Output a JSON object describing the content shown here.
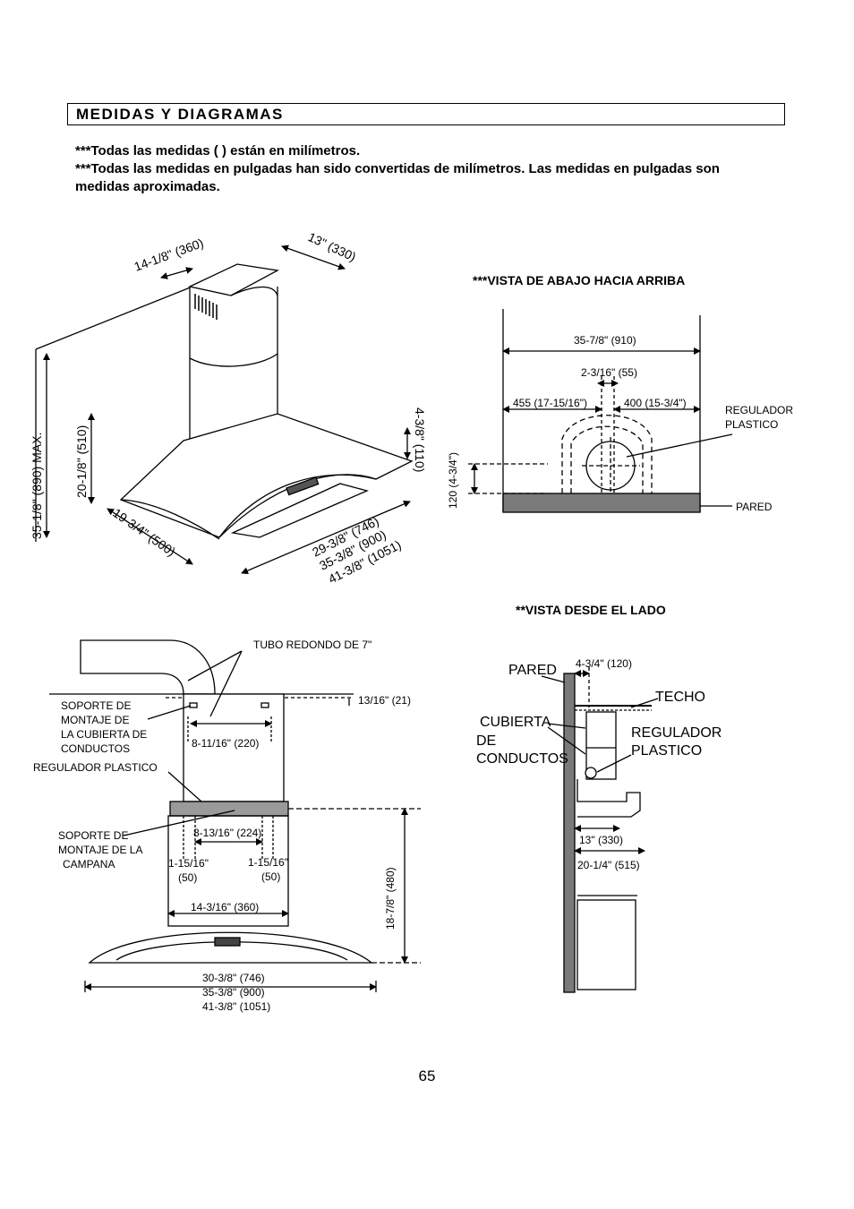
{
  "header": {
    "title": "MEDIDAS Y DIAGRAMAS"
  },
  "notes": [
    "***Todas las medidas ( ) están en milímetros.",
    "***Todas las medidas en pulgadas han sido convertidas de milímetros. Las medidas en pulgadas son medidas aproximadas."
  ],
  "iso": {
    "d_top_w": "14-1/8\" (360)",
    "d_top_d": "13\" (330)",
    "d_max": "35-1/8\" (890) MAX.",
    "d_510": "20-1/8\" (510)",
    "d_110": "4-3/8\" (110)",
    "d_500": "19-3/4\" (500)",
    "d_746": "29-3/8\" (746)",
    "d_900": "35-3/8\" (900)",
    "d_1051": "41-3/8\" (1051)"
  },
  "bottom_view": {
    "title": "***VISTA DE ABAJO HACIA ARRIBA",
    "d_910": "35-7/8\" (910)",
    "d_55": "2-3/16\" (55)",
    "d_455": "455 (17-15/16\")",
    "d_400": "400 (15-3/4\")",
    "d_120": "120 (4-3/4\")",
    "reg1": "REGULADOR",
    "reg2": "PLASTICO",
    "wall": "PARED"
  },
  "side_view": {
    "title": "**VISTA DESDE EL LADO",
    "wall": "PARED",
    "d_120": "4-3/4\" (120)",
    "ceiling": "TECHO",
    "cover1": "CUBIERTA",
    "cover2": "DE",
    "cover3": "CONDUCTOS",
    "reg1": "REGULADOR",
    "reg2": "PLASTICO",
    "d_330": "13\" (330)",
    "d_515": "20-1/4\" (515)"
  },
  "front_view": {
    "tube": "TUBO REDONDO DE 7\"",
    "d_21": "13/16\" (21)",
    "sup1_1": "SOPORTE DE",
    "sup1_2": "MONTAJE DE",
    "sup1_3": "LA CUBIERTA DE",
    "sup1_4": "CONDUCTOS",
    "d_220": "8-11/16\" (220)",
    "reg": "REGULADOR PLASTICO",
    "sup2_1": "SOPORTE DE",
    "sup2_2": "MONTAJE DE LA",
    "sup2_3": "CAMPANA",
    "d_224": "8-13/16\" (224)",
    "d_50a_1": "1-15/16\"",
    "d_50a_2": "(50)",
    "d_50b_1": "1-15/16\"",
    "d_50b_2": "(50)",
    "d_360": "14-3/16\" (360)",
    "d_480": "18-7/8\" (480)",
    "w1": "30-3/8\" (746)",
    "w2": "35-3/8\" (900)",
    "w3": "41-3/8\" (1051)"
  },
  "page_number": "65"
}
